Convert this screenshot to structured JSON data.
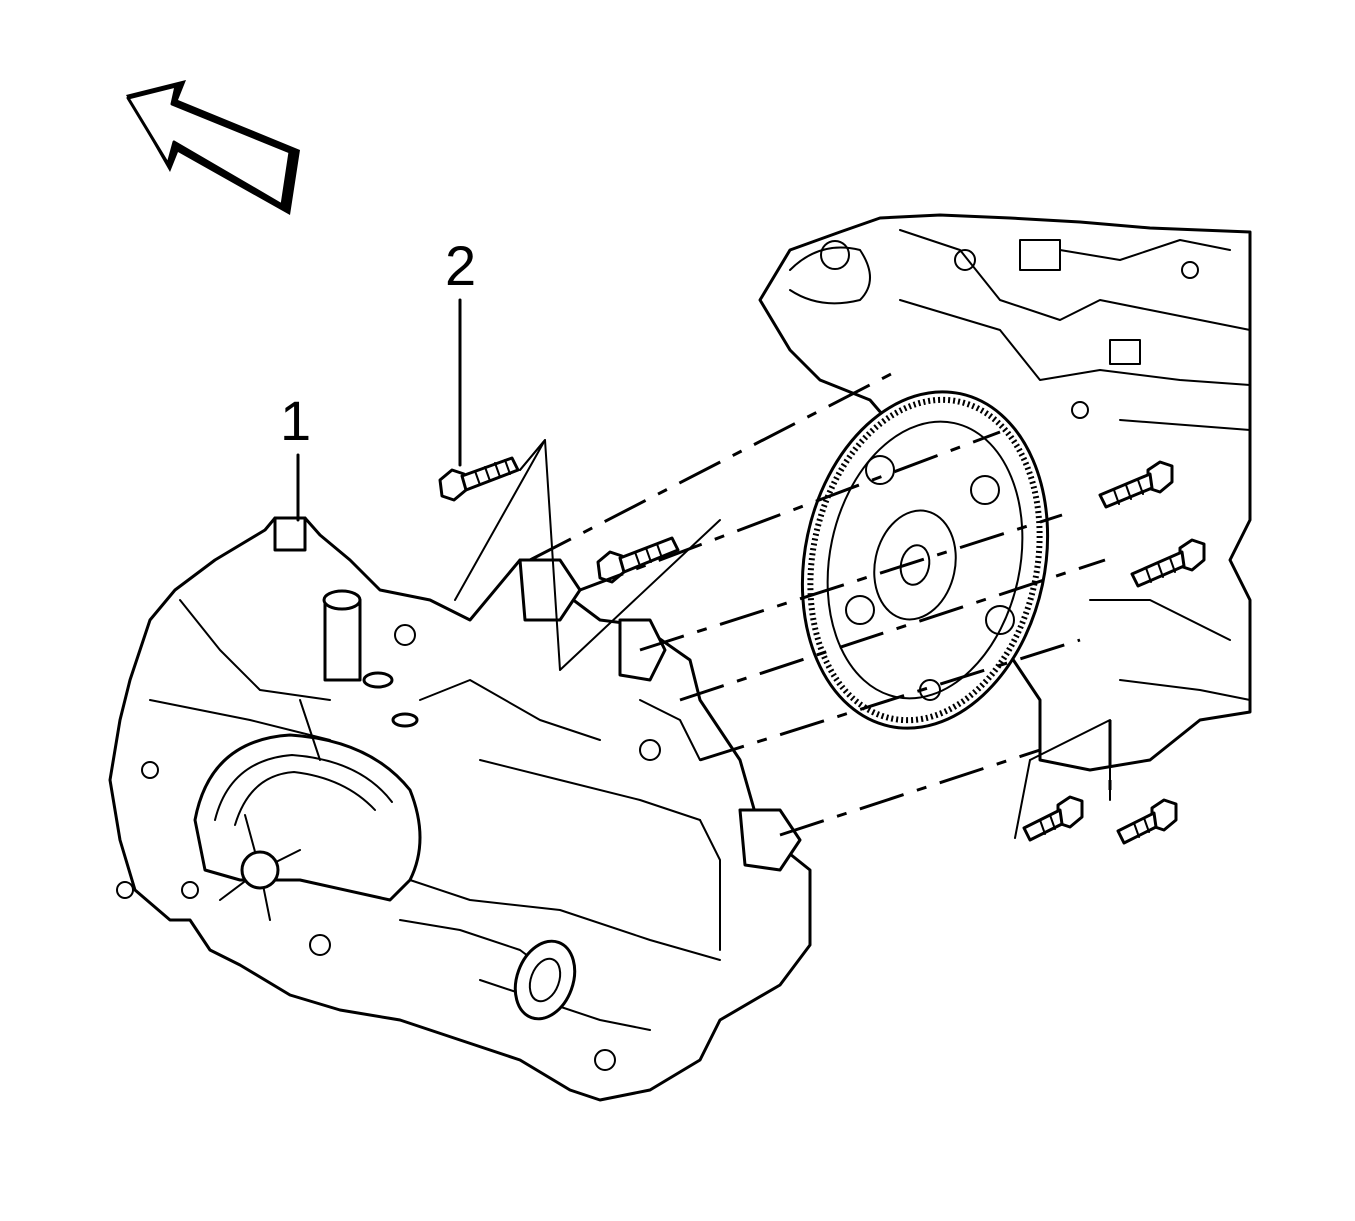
{
  "callouts": [
    {
      "id": "1",
      "label": "1"
    },
    {
      "id": "2",
      "label": "2"
    }
  ],
  "icons": {
    "direction_arrow": "direction-arrow-icon"
  },
  "colors": {
    "ink": "#000000",
    "paper": "#ffffff"
  }
}
